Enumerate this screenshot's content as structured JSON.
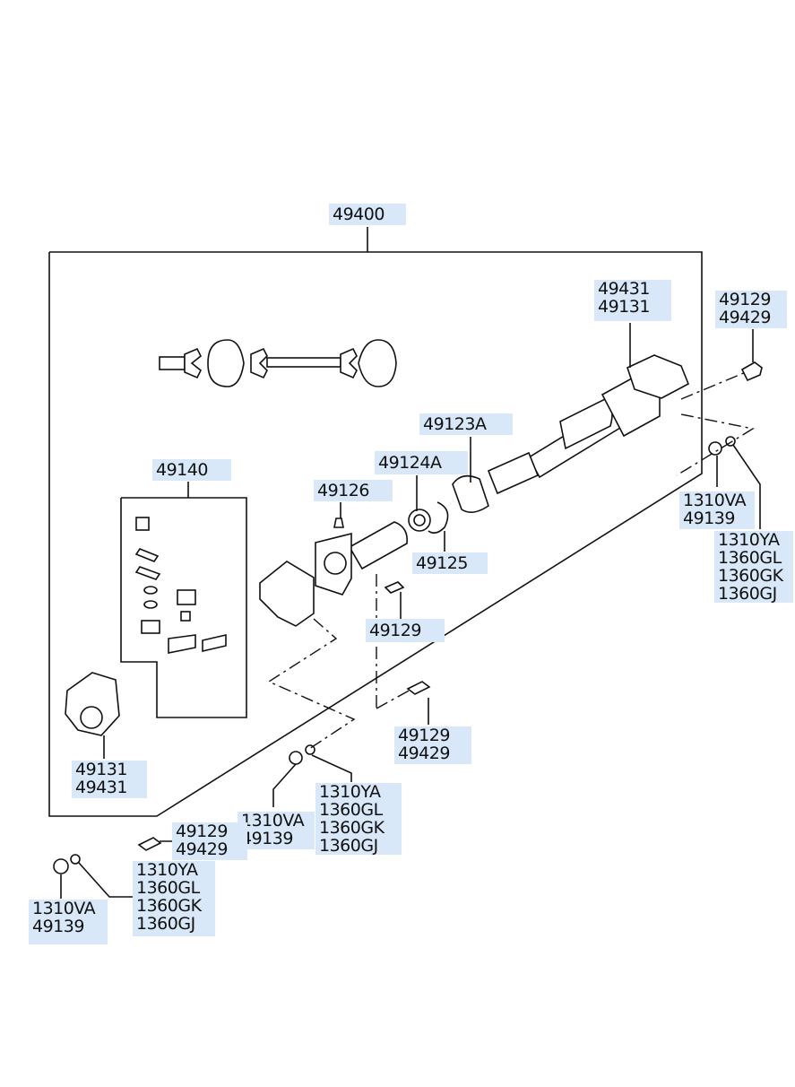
{
  "callouts": {
    "assy": "49400",
    "yoke_top": "49431\n49131",
    "bolt_top_right": "49129\n49429",
    "sleeve": "49123A",
    "bearing": "49124A",
    "nipple": "49126",
    "snap_ring": "49125",
    "flange_bolt": "49129",
    "kit": "49140",
    "nut_right": "1310VA\n49139",
    "washer_right": "1310YA\n1360GL\n1360GK\n1360GJ",
    "bolt_mid": "49129\n49429",
    "yoke_bottom": "49131\n49431",
    "nut_mid": "1310VA\n49139",
    "washer_mid": "1310YA\n1360GL\n1360GK\n1360GJ",
    "bolt_bottom": "49129\n49429",
    "washer_bottom": "1310YA\n1360GL\n1360GK\n1360GJ",
    "nut_bottom": "1310VA\n49139"
  }
}
